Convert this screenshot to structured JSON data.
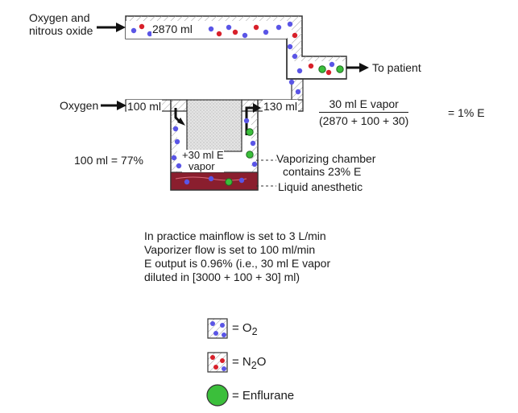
{
  "labels": {
    "inlet_main": [
      "Oxygen and",
      "nitrous oxide"
    ],
    "main_flow": "2870 ml",
    "to_patient": "To patient",
    "oxygen_inlet": "Oxygen",
    "vaporizer_in_flow": "100 ml",
    "vaporizer_out_flow": "130 ml",
    "chamber_vapor": [
      "+30 ml E",
      "vapor"
    ],
    "percent_left": "100 ml = 77%",
    "chamber_desc": [
      "Vaporizing chamber",
      "contains 23% E"
    ],
    "liquid": "Liquid anesthetic"
  },
  "formula": {
    "numerator": "30 ml E vapor",
    "denominator": "(2870 + 100 + 30)",
    "result": "= 1% E"
  },
  "note": [
    "In practice mainflow is set to 3 L/min",
    "Vaporizer flow is set to 100 ml/min",
    "E output is 0.96% (i.e., 30 ml E vapor",
    "diluted in [3000 + 100 + 30] ml)"
  ],
  "legend": [
    {
      "prefix": "= O",
      "sub": "2",
      "suffix": "",
      "color": "#5a55e6"
    },
    {
      "prefix": "= N",
      "sub": "2",
      "suffix": "O",
      "color": "#d8202a"
    },
    {
      "prefix": "= Enflurane",
      "sub": "",
      "suffix": "",
      "color": "#3bbf3b"
    }
  ],
  "colors": {
    "oxygen": "#5a55e6",
    "nitrous_oxide": "#d8202a",
    "enflurane": "#3bbf3b",
    "liquid": "#8a1e2e",
    "chamber": "#dcdcdc"
  }
}
